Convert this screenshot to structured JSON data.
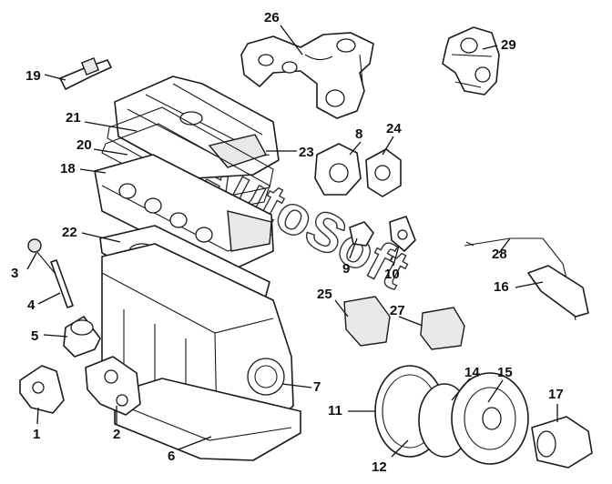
{
  "diagram": {
    "watermark": "AutoSoft",
    "callouts": [
      "1",
      "2",
      "3",
      "4",
      "5",
      "6",
      "7",
      "8",
      "9",
      "10",
      "11",
      "12",
      "14",
      "15",
      "16",
      "17",
      "18",
      "19",
      "20",
      "21",
      "22",
      "23",
      "24",
      "25",
      "26",
      "27",
      "28",
      "29"
    ]
  }
}
